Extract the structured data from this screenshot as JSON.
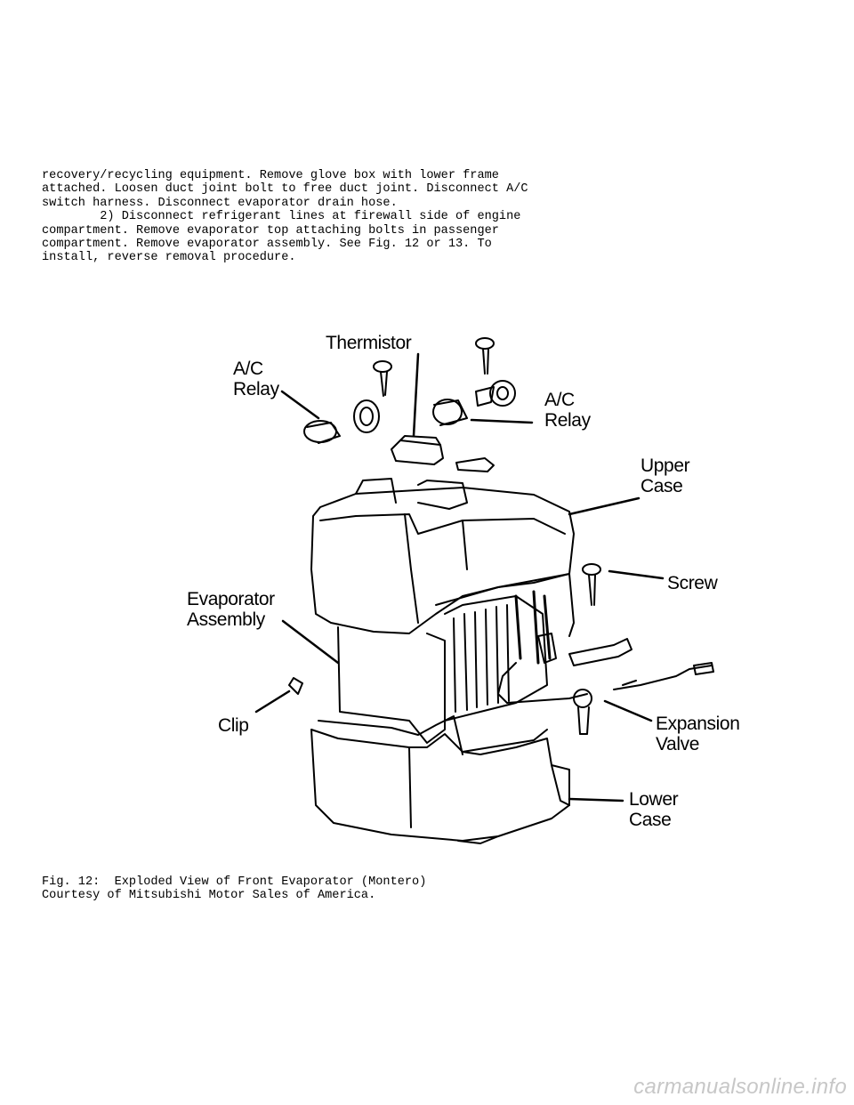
{
  "body_text": {
    "lines": [
      "recovery/recycling equipment. Remove glove box with lower frame",
      "attached. Loosen duct joint bolt to free duct joint. Disconnect A/C",
      "switch harness. Disconnect evaporator drain hose.",
      "        2) Disconnect refrigerant lines at firewall side of engine",
      "compartment. Remove evaporator top attaching bolts in passenger",
      "compartment. Remove evaporator assembly. See Fig. 12 or 13. To",
      "install, reverse removal procedure."
    ]
  },
  "figure": {
    "labels": {
      "thermistor": "Thermistor",
      "ac_relay_left_1": "A/C",
      "ac_relay_left_2": "Relay",
      "ac_relay_right_1": "A/C",
      "ac_relay_right_2": "Relay",
      "upper_case_1": "Upper",
      "upper_case_2": "Case",
      "screw": "Screw",
      "evaporator_1": "Evaporator",
      "evaporator_2": "Assembly",
      "clip": "Clip",
      "expansion_1": "Expansion",
      "expansion_2": "Valve",
      "lower_case_1": "Lower",
      "lower_case_2": "Case"
    }
  },
  "caption": {
    "line1": "Fig. 12:  Exploded View of Front Evaporator (Montero)",
    "line2": "Courtesy of Mitsubishi Motor Sales of America."
  },
  "watermark": "carmanualsonline.info"
}
